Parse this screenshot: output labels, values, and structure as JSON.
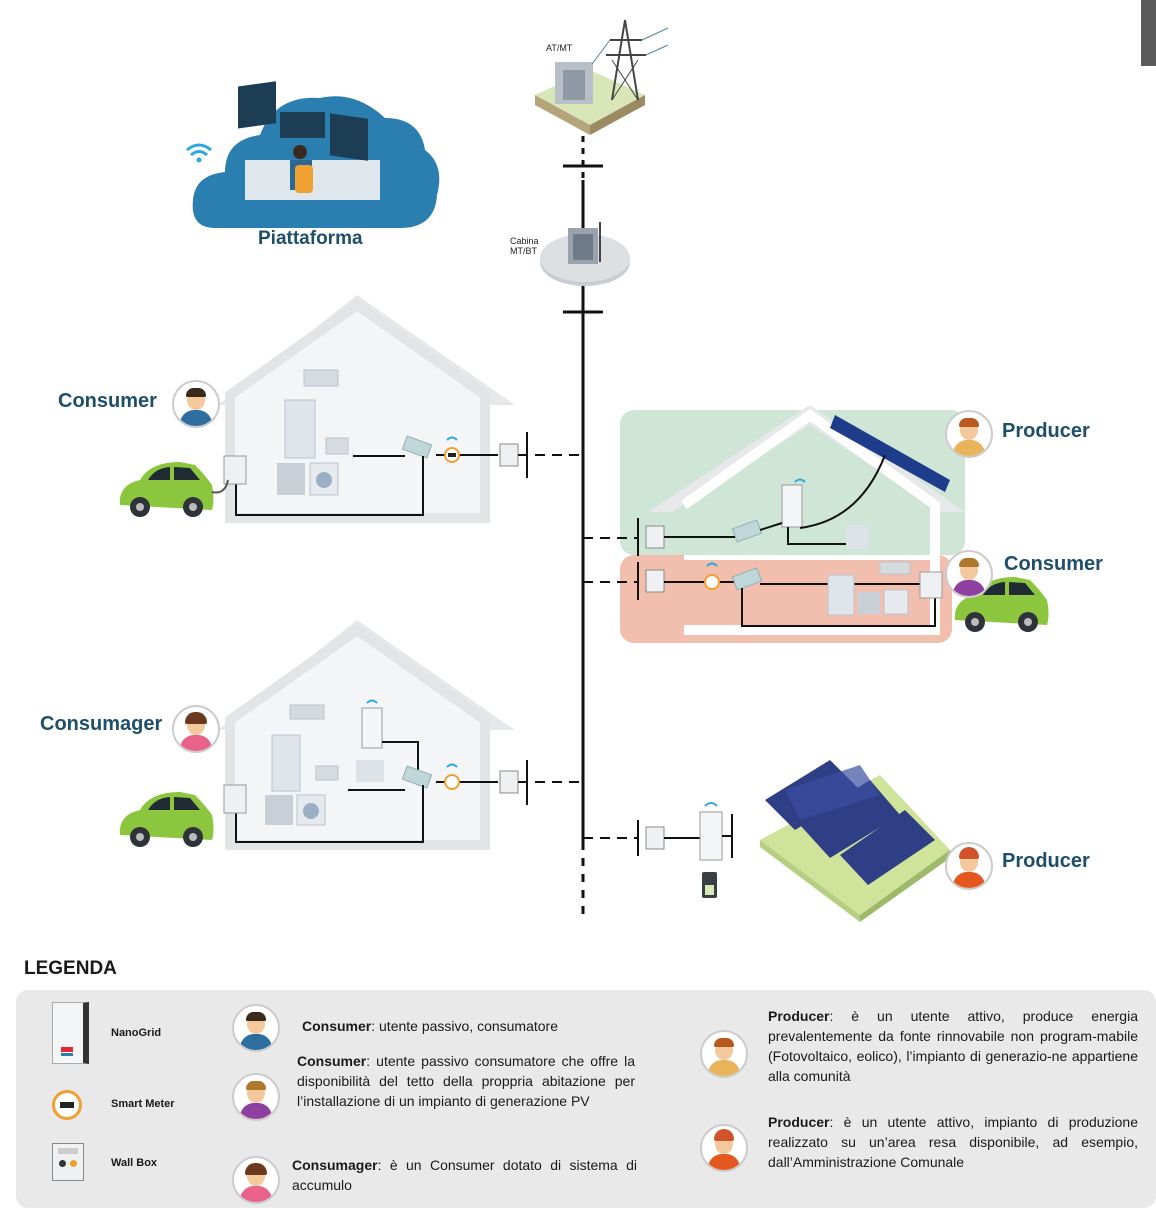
{
  "labels": {
    "at_mt": "AT/MT",
    "cabina": "Cabina",
    "cabina_sub": "MT/BT",
    "piattaforma": "Piattaforma",
    "consumer_top": "Consumer",
    "producer_roof": "Producer",
    "consumer_roof": "Consumer",
    "consumager": "Consumager",
    "producer_field": "Producer"
  },
  "legend": {
    "title": "LEGENDA",
    "nanogrid": "NanoGrid",
    "smart_meter": "Smart Meter",
    "wall_box": "Wall Box",
    "items": [
      {
        "term": "Consumer",
        "text": ": utente passivo, consumatore"
      },
      {
        "term": "Consumer",
        "text": ": utente passivo consumatore che offre la disponibilità del tetto della proppria abitazione per l’installazione di un impianto di generazione PV"
      },
      {
        "term": "Consumager",
        "text": ": è un Consumer dotato di sistema di accumulo"
      },
      {
        "term": "Producer",
        "text": ": è un utente attivo, produce energia prevalentemente da fonte rinnovabile non program-mabile (Fotovoltaico, eolico), l’impianto di generazio-ne appartiene alla comunità"
      },
      {
        "term": "Producer",
        "text": ": è un utente attivo, impianto di produzione realizzato su un’area resa disponibile, ad esempio, dall’Amministrazione Comunale"
      }
    ]
  },
  "colors": {
    "title_blue": "#1f4e6b",
    "cloud": "#2a7fb0",
    "car": "#8cc63f",
    "green_zone": "#cfe6d6",
    "pink_zone": "#f2bfae",
    "legend_bg": "#e9e9e9",
    "wifi": "#29a9e0"
  }
}
